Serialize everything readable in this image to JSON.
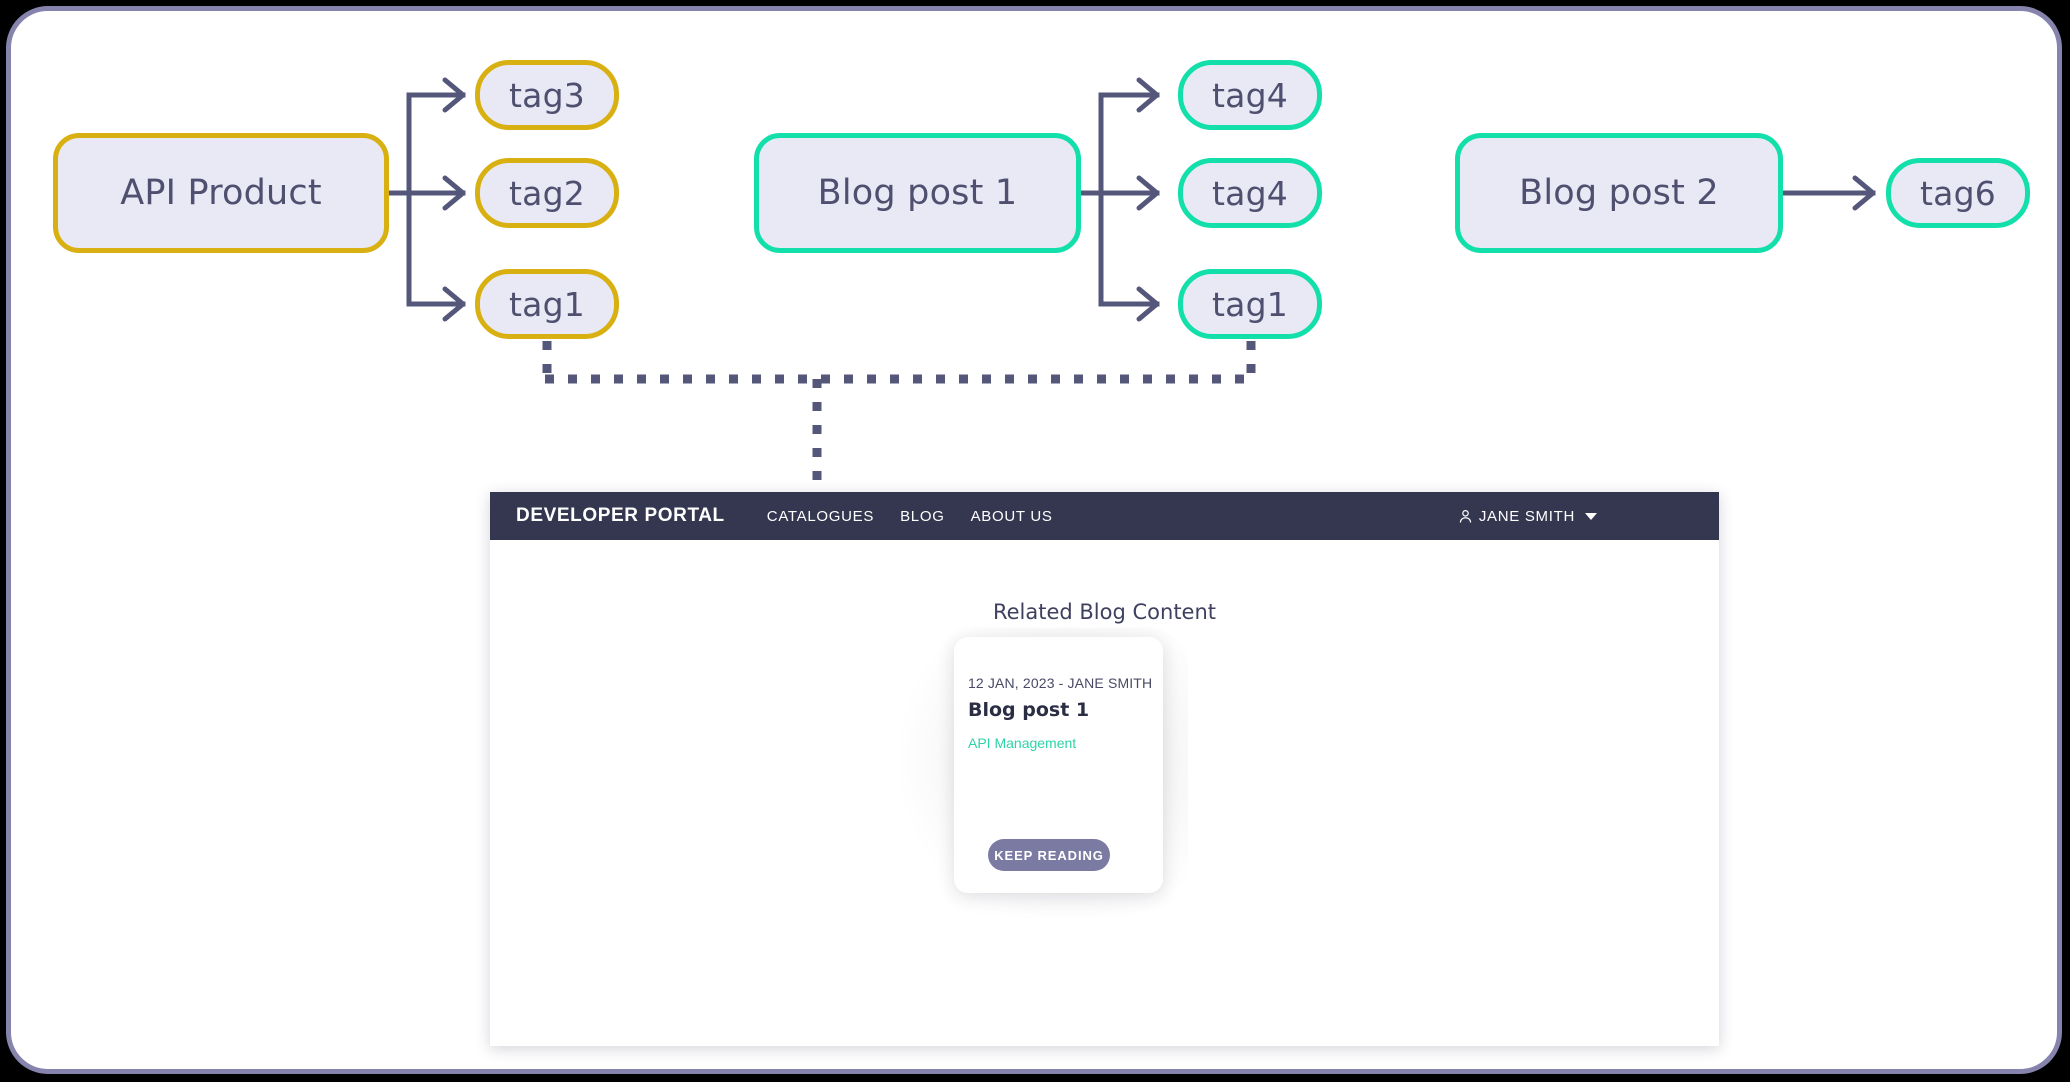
{
  "diagram": {
    "nodes": [
      {
        "id": "api-product",
        "label": "API Product",
        "accent": "#d9b012",
        "kind": "entity"
      },
      {
        "id": "blog-post-1",
        "label": "Blog post 1",
        "accent": "#12dfa9",
        "kind": "entity"
      },
      {
        "id": "blog-post-2",
        "label": "Blog post 2",
        "accent": "#12dfa9",
        "kind": "entity"
      },
      {
        "id": "tag3-y",
        "label": "tag3",
        "accent": "#d9b012",
        "kind": "tag"
      },
      {
        "id": "tag2-y",
        "label": "tag2",
        "accent": "#d9b012",
        "kind": "tag"
      },
      {
        "id": "tag1-y",
        "label": "tag1",
        "accent": "#d9b012",
        "kind": "tag"
      },
      {
        "id": "tag4-t-a",
        "label": "tag4",
        "accent": "#12dfa9",
        "kind": "tag"
      },
      {
        "id": "tag4-t-b",
        "label": "tag4",
        "accent": "#12dfa9",
        "kind": "tag"
      },
      {
        "id": "tag1-t",
        "label": "tag1",
        "accent": "#12dfa9",
        "kind": "tag"
      },
      {
        "id": "tag6-t",
        "label": "tag6",
        "accent": "#12dfa9",
        "kind": "tag"
      }
    ],
    "colors": {
      "node_fill": "#e9e9f5",
      "node_text": "#4f5070",
      "connector": "#55577a",
      "yellow_accent": "#d9b012",
      "teal_accent": "#12dfa9",
      "frame_border": "#8683ad",
      "canvas": "#ffffff"
    }
  },
  "portal": {
    "brand": "DEVELOPER PORTAL",
    "nav_links": [
      "CATALOGUES",
      "BLOG",
      "ABOUT US"
    ],
    "user": {
      "name": "JANE SMITH",
      "icon": "person-icon",
      "caret": "chevron-down-icon"
    },
    "section_title": "Related Blog Content",
    "card": {
      "meta": "12 JAN, 2023 - JANE SMITH",
      "title": "Blog post 1",
      "category": "API Management",
      "category_color": "#2ed3a8",
      "cta_label": "KEEP READING",
      "cta_color": "#7b7aa3"
    },
    "navbar_bg": "#353750"
  }
}
